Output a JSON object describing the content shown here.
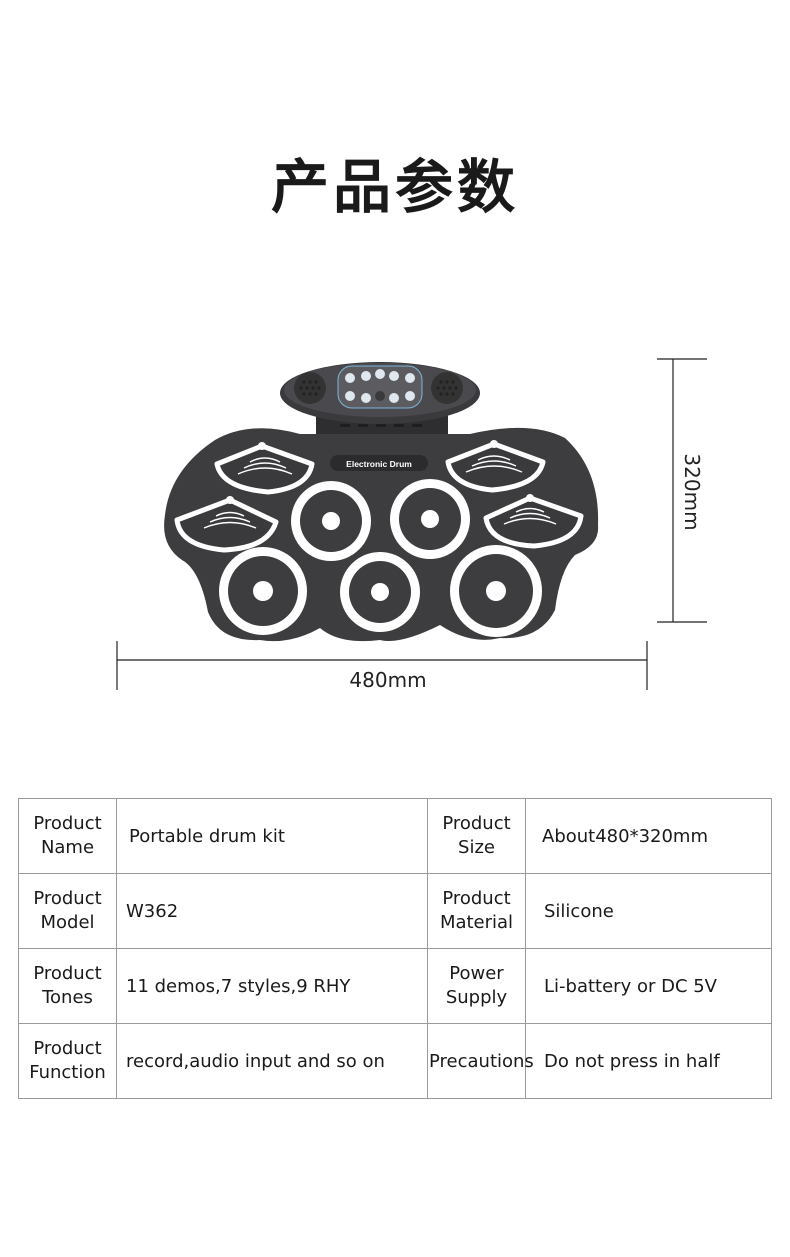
{
  "title": "产品参数",
  "product": {
    "brand_text": "Electronic Drum",
    "dimension_width": "480mm",
    "dimension_height": "320mm"
  },
  "specs": {
    "rows": [
      {
        "label1": [
          "Product",
          "Name"
        ],
        "value1": "Portable drum kit",
        "label2": [
          "Product",
          "Size"
        ],
        "value2": "About480*320mm"
      },
      {
        "label1": [
          "Product",
          "Model"
        ],
        "value1": "W362",
        "label2": [
          "Product",
          "Material"
        ],
        "value2": "Silicone"
      },
      {
        "label1": [
          "Product",
          "Tones"
        ],
        "value1": "11 demos,7 styles,9 RHY",
        "label2": [
          "Power",
          "Supply"
        ],
        "value2": "Li-battery or DC 5V"
      },
      {
        "label1": [
          "Product",
          "Function"
        ],
        "value1": "record,audio input and so on",
        "label2": [
          "Precautions"
        ],
        "value2": "Do not press in half"
      }
    ]
  }
}
